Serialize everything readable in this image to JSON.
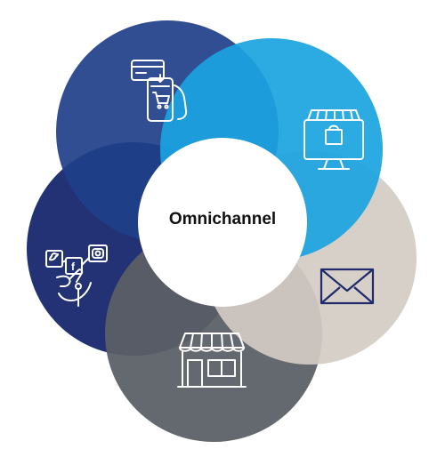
{
  "center": {
    "label": "Omnichannel"
  },
  "petals": [
    {
      "name": "mobile-commerce",
      "icon": "mobile-shopping-cart-icon",
      "color": "#1f3f8a"
    },
    {
      "name": "e-commerce",
      "icon": "desktop-storefront-icon",
      "color": "#1aa3e0"
    },
    {
      "name": "email",
      "icon": "envelope-icon",
      "color": "#d4ccc4"
    },
    {
      "name": "physical-store",
      "icon": "storefront-icon",
      "color": "#5a5f66"
    },
    {
      "name": "social-media",
      "icon": "social-media-hand-icon",
      "color": "#1a2a6e"
    }
  ]
}
